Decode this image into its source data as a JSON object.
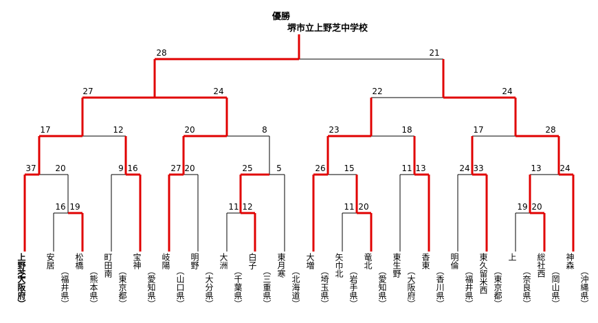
{
  "header": {
    "champion_label": "優勝",
    "champion_name": "堺市立上野芝中学校"
  },
  "teams": [
    {
      "name": "上野芝",
      "pref": "（大阪府）"
    },
    {
      "name": "安居",
      "pref": "（福井県）"
    },
    {
      "name": "松橋",
      "pref": "（熊本県）"
    },
    {
      "name": "町田南",
      "pref": "（東京都）"
    },
    {
      "name": "宝神",
      "pref": "（愛知県）"
    },
    {
      "name": "岐陽",
      "pref": "（山口県）"
    },
    {
      "name": "明野",
      "pref": "（大分県）"
    },
    {
      "name": "大洲",
      "pref": "（千葉県）"
    },
    {
      "name": "白子",
      "pref": "（三重県）"
    },
    {
      "name": "東月寒",
      "pref": "（北海道）"
    },
    {
      "name": "大増",
      "pref": "（埼玉県）"
    },
    {
      "name": "矢巾北",
      "pref": "（岩手県）"
    },
    {
      "name": "竜北",
      "pref": "（愛知県）"
    },
    {
      "name": "東生野",
      "pref": "（大阪府）"
    },
    {
      "name": "香東",
      "pref": "（香川県）"
    },
    {
      "name": "明倫",
      "pref": "（福井県）"
    },
    {
      "name": "東久留米西",
      "pref": ""
    },
    {
      "name": "上",
      "pref": "（東京都）"
    },
    {
      "name": "総社西",
      "pref": "（奈良県）"
    },
    {
      "name": "神森",
      "pref": "（岡山県）"
    },
    {
      "name": "",
      "pref": "（沖縄県）"
    }
  ],
  "scores": {
    "final": [
      "28",
      "21"
    ],
    "semi": [
      "27",
      "24",
      "22",
      "24"
    ],
    "quarter": [
      "17",
      "12",
      "20",
      "8",
      "23",
      "18",
      "17",
      "28"
    ],
    "r2": [
      "37",
      "20",
      "9",
      "16",
      "27",
      "20",
      "25",
      "5",
      "26",
      "15",
      "11",
      "13",
      "24",
      "33",
      "13",
      "24"
    ],
    "r1": [
      "16",
      "19",
      "11",
      "12",
      "11",
      "20",
      "19",
      "20"
    ]
  },
  "colors": {
    "winner_line": "#e00000",
    "loser_line": "#000000"
  }
}
